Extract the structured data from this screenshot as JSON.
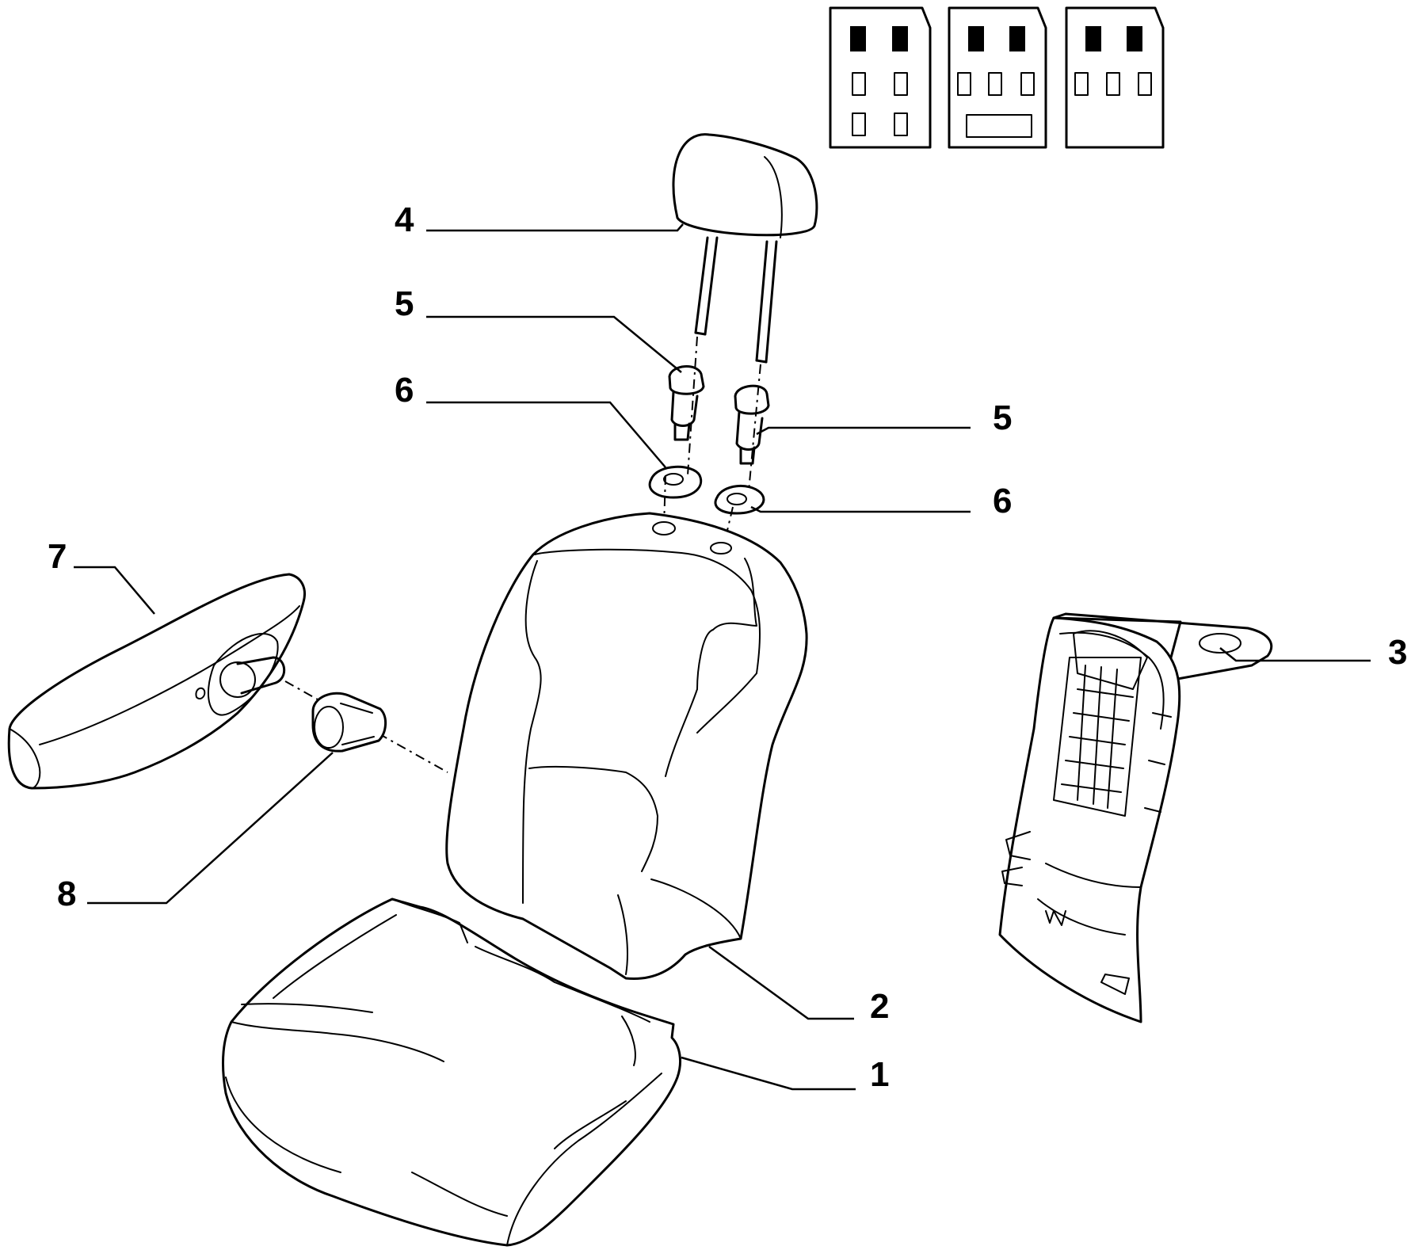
{
  "callouts": [
    {
      "id": "label-1",
      "text": "1"
    },
    {
      "id": "label-2",
      "text": "2"
    },
    {
      "id": "label-3",
      "text": "3"
    },
    {
      "id": "label-4",
      "text": "4"
    },
    {
      "id": "label-5a",
      "text": "5"
    },
    {
      "id": "label-5b",
      "text": "5"
    },
    {
      "id": "label-6a",
      "text": "6"
    },
    {
      "id": "label-6b",
      "text": "6"
    },
    {
      "id": "label-7",
      "text": "7"
    },
    {
      "id": "label-8",
      "text": "8"
    }
  ],
  "parts": {
    "p1": "seat-cushion",
    "p2": "seat-backrest",
    "p3": "backrest-rear-panel",
    "p4": "headrest",
    "p5": "headrest-guide-bushing",
    "p6": "headrest-bushing-trim",
    "p7": "armrest",
    "p8": "armrest-pivot-pin"
  },
  "icons": [
    "seat-layout-variant-1-icon",
    "seat-layout-variant-2-icon",
    "seat-layout-variant-3-icon"
  ],
  "colors": {
    "line": "#000000",
    "background": "#ffffff"
  }
}
